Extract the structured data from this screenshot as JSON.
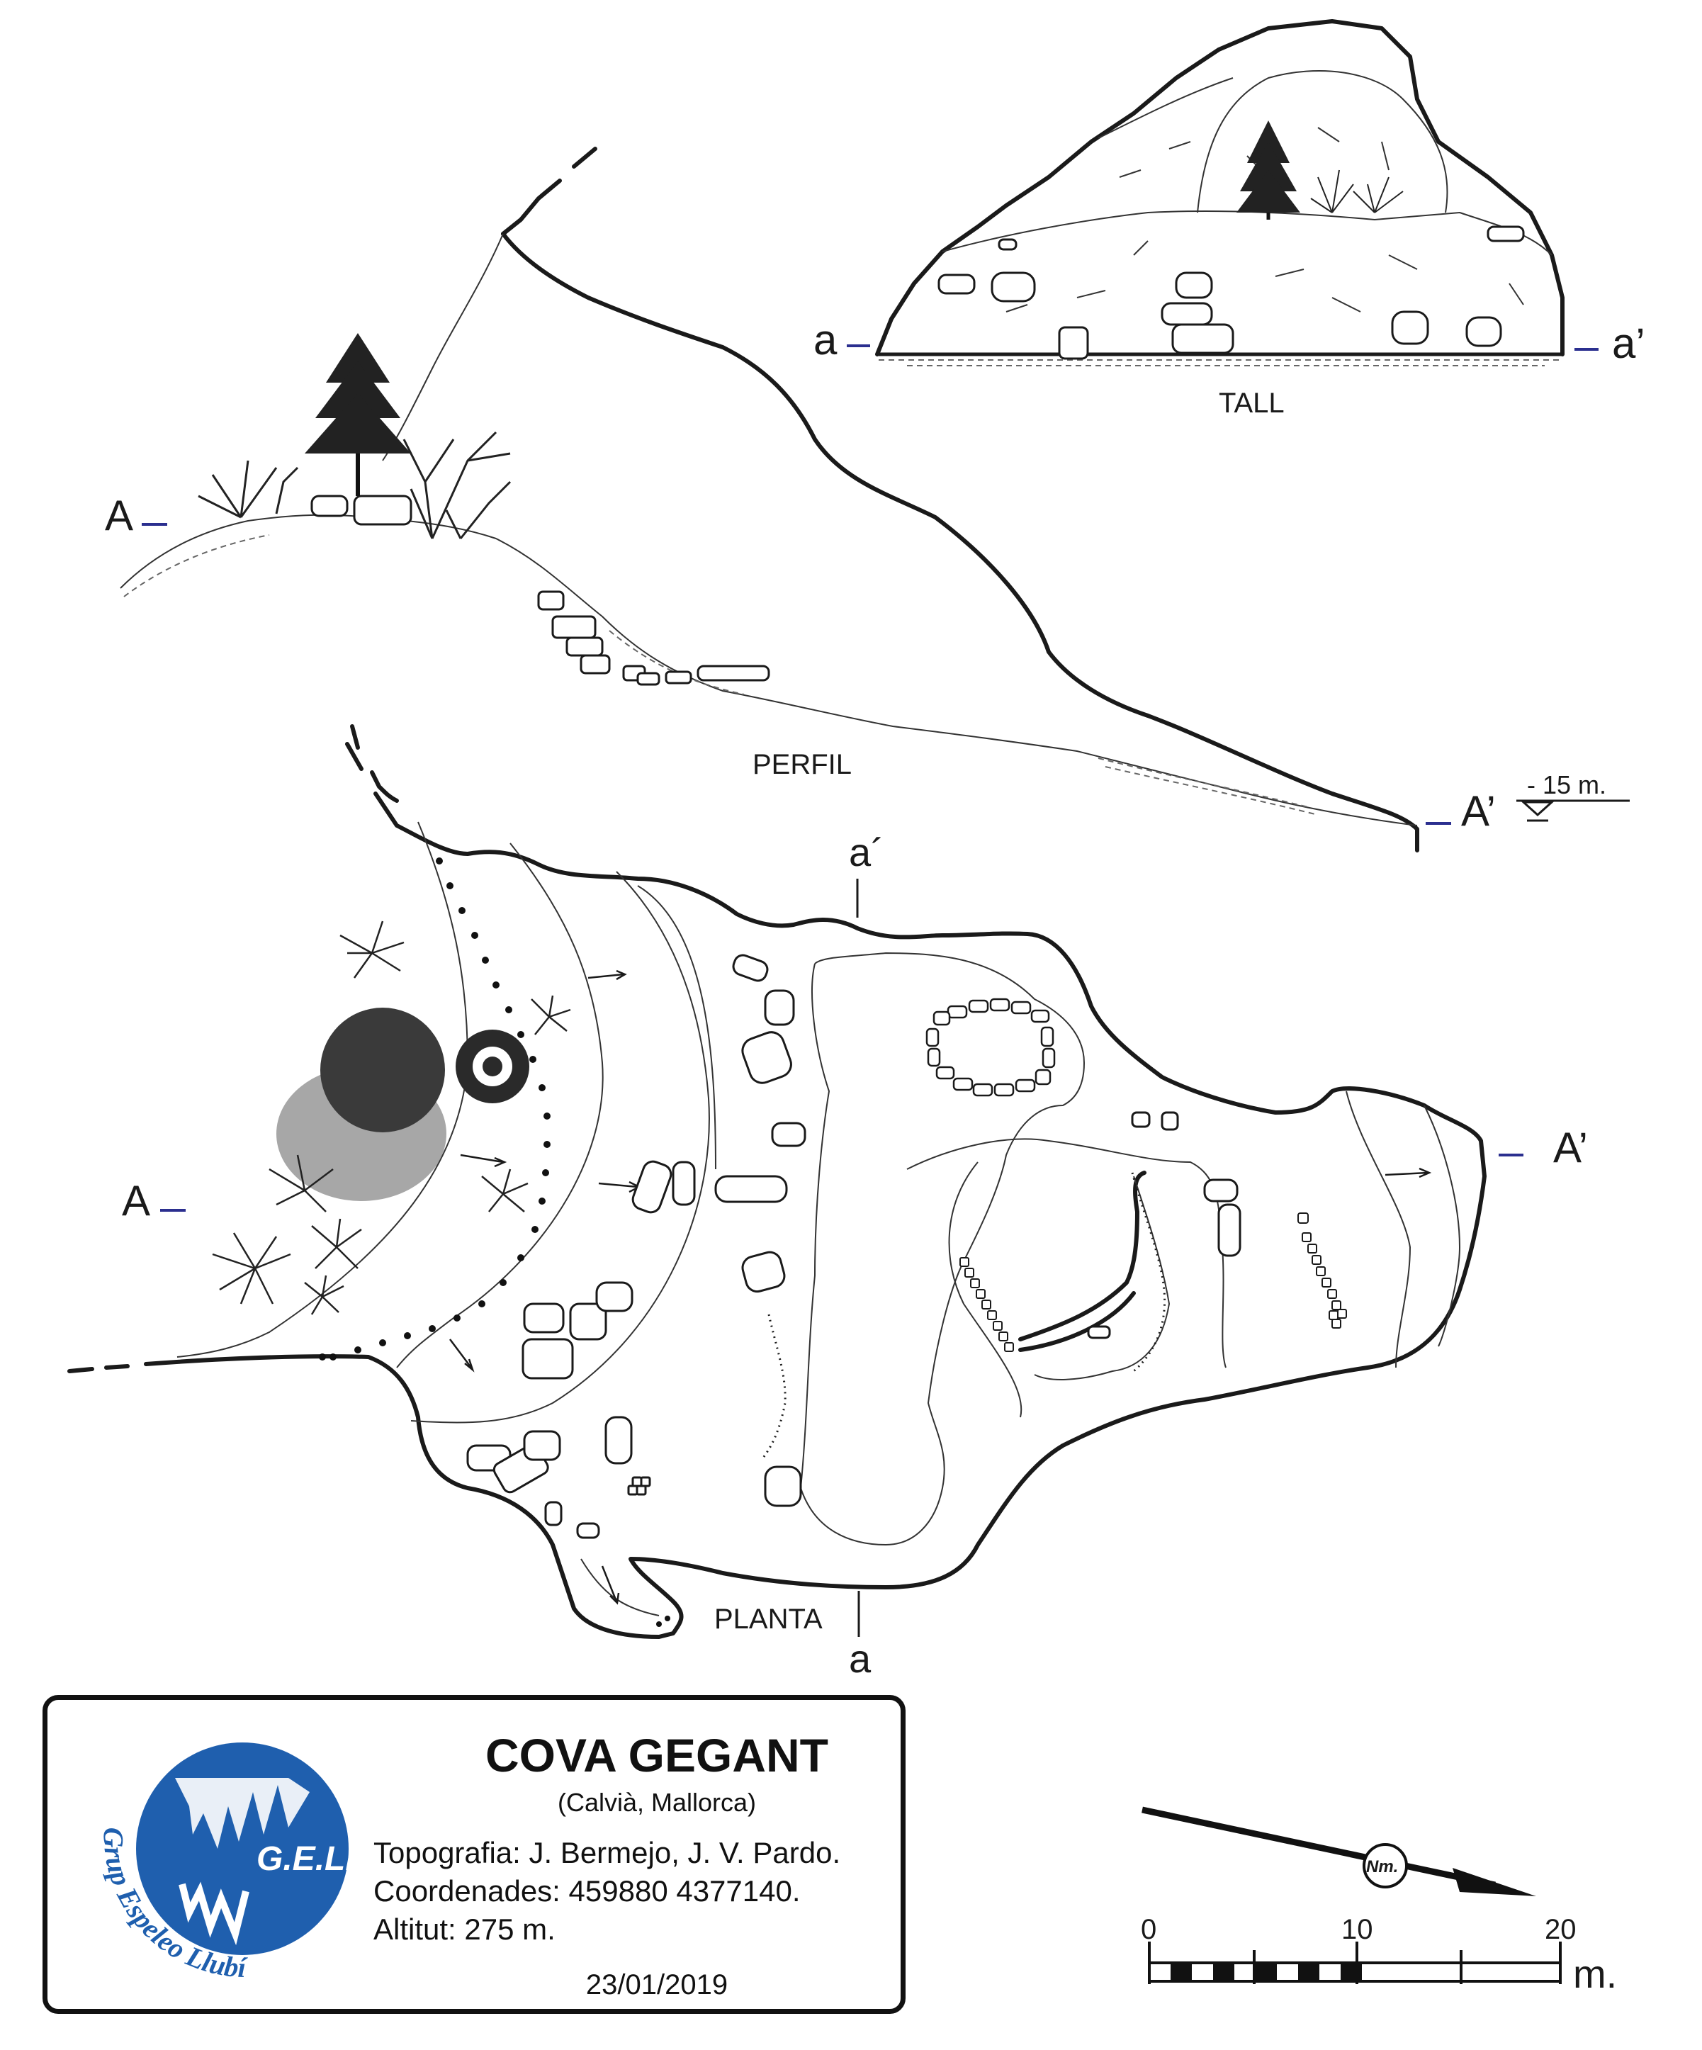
{
  "labels": {
    "tall": "TALL",
    "perfil": "PERFIL",
    "planta": "PLANTA",
    "a_lower": "a",
    "a_prime": "a’",
    "a_acute": "a´",
    "A_upper": "A",
    "A_prime": "A’",
    "depth": "- 15 m."
  },
  "info": {
    "title": "COVA GEGANT",
    "location": "(Calvià, Mallorca)",
    "topography": "Topografia: J. Bermejo, J. V. Pardo.",
    "coordinates": "Coordenades: 459880 4377140.",
    "altitude": "Altitut: 275 m.",
    "date": "23/01/2019"
  },
  "logo": {
    "abbrev": "G.E.LL.",
    "name": "Grup Espeleo Llubí",
    "color": "#1f5fae"
  },
  "north": {
    "label": "Nm."
  },
  "scale": {
    "ticks": [
      "0",
      "10",
      "20"
    ],
    "unit": "m."
  },
  "colors": {
    "ink": "#1a1a1a",
    "section_marker": "#2b2f8f",
    "vegetation_dark": "#3a3a3a",
    "vegetation_shadow": "#8a8a8a"
  }
}
